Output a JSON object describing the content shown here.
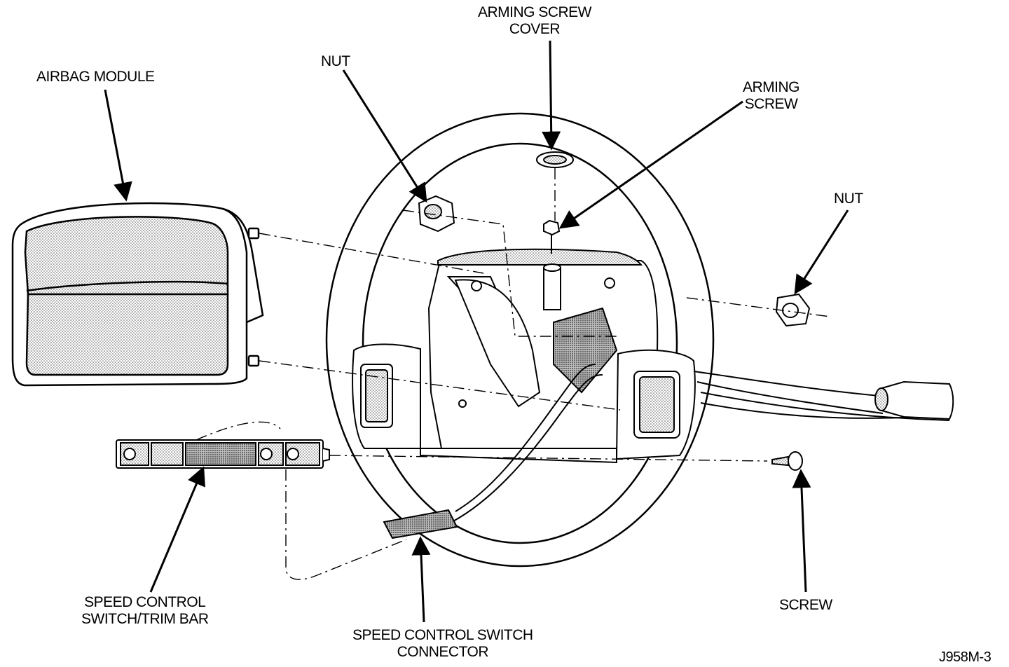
{
  "labels": {
    "airbag_module": "AIRBAG MODULE",
    "nut_left": "NUT",
    "arming_screw_cover_line1": "ARMING SCREW",
    "arming_screw_cover_line2": "COVER",
    "arming_screw_line1": "ARMING",
    "arming_screw_line2": "SCREW",
    "nut_right": "NUT",
    "speed_control_switch_trim_bar_line1": "SPEED CONTROL",
    "speed_control_switch_trim_bar_line2": "SWITCH/TRIM BAR",
    "speed_control_switch_connector_line1": "SPEED CONTROL SWITCH",
    "speed_control_switch_connector_line2": "CONNECTOR",
    "screw": "SCREW",
    "figure_id": "J958M-3"
  }
}
